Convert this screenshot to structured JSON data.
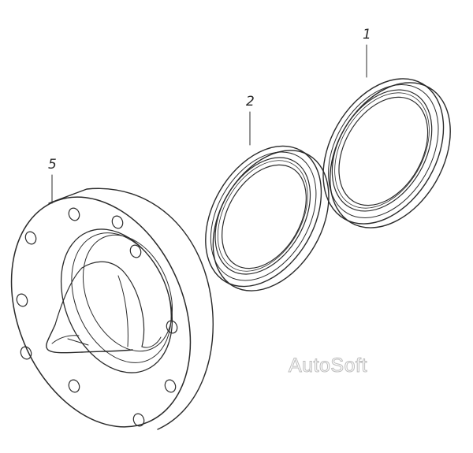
{
  "callouts": {
    "part1": "1",
    "part2": "2",
    "part5": "5"
  },
  "watermark": "AutoSoft",
  "colors": {
    "line": "#2b2b2b",
    "background": "#ffffff",
    "watermark_outline": "#bdbdbd"
  }
}
